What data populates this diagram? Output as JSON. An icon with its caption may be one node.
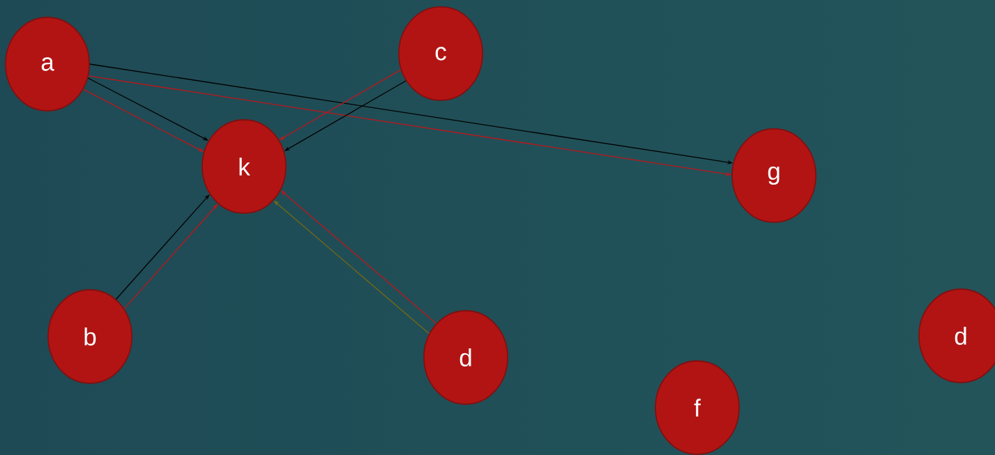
{
  "diagram": {
    "nodes": [
      {
        "text": [
          "a"
        ]
      },
      {
        "text": [
          "c"
        ]
      },
      {
        "text": [
          "k"
        ]
      },
      {
        "text": [
          "g"
        ]
      },
      {
        "text": [
          "b"
        ]
      },
      {
        "text": [
          "d"
        ]
      },
      {
        "text": [
          "d"
        ]
      },
      {
        "text": [
          "f"
        ]
      }
    ],
    "edges": [
      {
        "from": 0,
        "to": 2,
        "arrow": "to"
      },
      {
        "from": 0,
        "to": 2,
        "arrow": "to",
        "color": "#000000"
      },
      {
        "from": 0,
        "to": 3,
        "arrow": "to"
      },
      {
        "from": 0,
        "to": 3,
        "arrow": "to",
        "color": "#000000"
      },
      {
        "from": 1,
        "to": 2,
        "arrow": "to"
      },
      {
        "from": 1,
        "to": 2,
        "arrow": "to",
        "color": "#000000"
      },
      {
        "from": 4,
        "to": 2,
        "arrow": "to"
      },
      {
        "from": 4,
        "to": 2,
        "arrow": "to",
        "color": "#000000"
      },
      {
        "from": 5,
        "to": 2,
        "arrow": "to"
      },
      {
        "from": 5,
        "to": 2,
        "arrow": "to",
        "color": "#7a6a10"
      }
    ]
  }
}
